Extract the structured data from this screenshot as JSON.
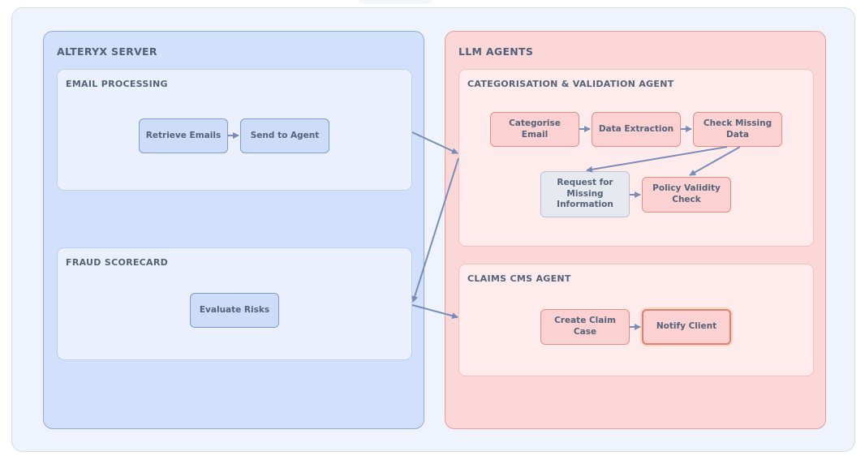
{
  "groups": {
    "alteryx": {
      "title": "ALTERYX SERVER",
      "email_processing": {
        "title": "EMAIL PROCESSING",
        "retrieve": "Retrieve Emails",
        "send": "Send to Agent"
      },
      "fraud": {
        "title": "FRAUD SCORECARD",
        "evaluate": "Evaluate Risks"
      }
    },
    "llm": {
      "title": "LLM AGENTS",
      "categorisation": {
        "title": "CATEGORISATION & VALIDATION AGENT",
        "categorise": "Categorise Email",
        "extraction": "Data Extraction",
        "check_missing": "Check Missing Data",
        "request_missing": "Request for Missing Information",
        "policy_validity": "Policy Validity Check"
      },
      "claims": {
        "title": "CLAIMS CMS AGENT",
        "create_case": "Create Claim Case",
        "notify": "Notify Client"
      }
    }
  },
  "colors": {
    "arrow": "#7a8cb8",
    "blue_group": "#d2e1fb",
    "red_group": "#fcd7d7",
    "highlight_border": "#e07e7e"
  }
}
